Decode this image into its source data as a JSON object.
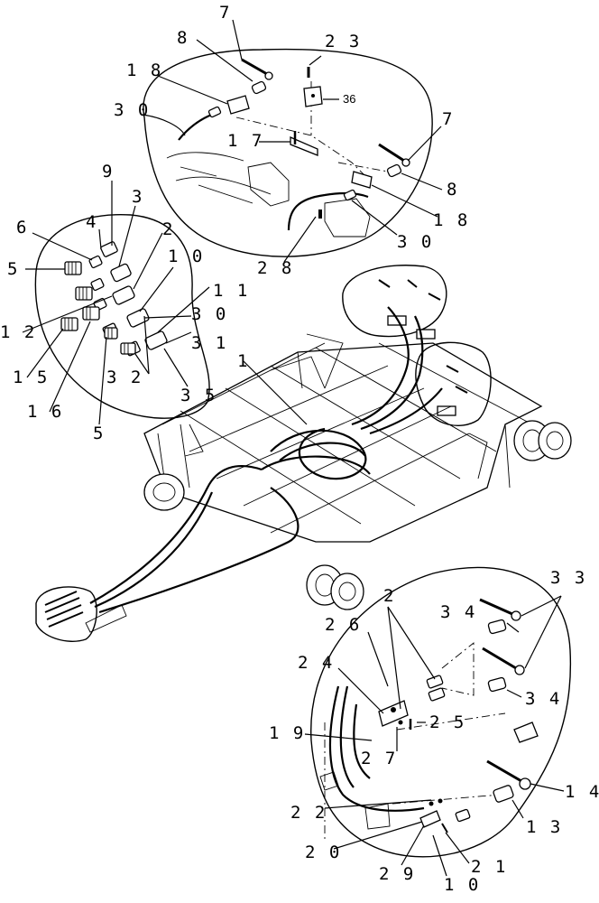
{
  "figure": {
    "callouts": [
      {
        "id": "c7a",
        "text": "7"
      },
      {
        "id": "c23",
        "text": "2 3"
      },
      {
        "id": "c8a",
        "text": "8"
      },
      {
        "id": "c18a",
        "text": "1 8"
      },
      {
        "id": "c36",
        "text": "36"
      },
      {
        "id": "c30a",
        "text": "3 0"
      },
      {
        "id": "c17",
        "text": "1 7"
      },
      {
        "id": "c7b",
        "text": "7"
      },
      {
        "id": "c8b",
        "text": "8"
      },
      {
        "id": "c18b",
        "text": "1 8"
      },
      {
        "id": "c30b",
        "text": "3 0"
      },
      {
        "id": "c28",
        "text": "2 8"
      },
      {
        "id": "c9",
        "text": "9"
      },
      {
        "id": "c3",
        "text": "3"
      },
      {
        "id": "c6",
        "text": "6"
      },
      {
        "id": "c4",
        "text": "4"
      },
      {
        "id": "c2a",
        "text": "2"
      },
      {
        "id": "c5a",
        "text": "5"
      },
      {
        "id": "c10a",
        "text": "1 0"
      },
      {
        "id": "c11",
        "text": "1 1"
      },
      {
        "id": "c12",
        "text": "1 2"
      },
      {
        "id": "c30c",
        "text": "3 0"
      },
      {
        "id": "c31",
        "text": "3 1"
      },
      {
        "id": "c15",
        "text": "1 5"
      },
      {
        "id": "c1",
        "text": "1"
      },
      {
        "id": "c32",
        "text": "3 2"
      },
      {
        "id": "c35",
        "text": "3 5"
      },
      {
        "id": "c16",
        "text": "1 6"
      },
      {
        "id": "c5b",
        "text": "5"
      },
      {
        "id": "c33",
        "text": "3 3"
      },
      {
        "id": "c2b",
        "text": "2"
      },
      {
        "id": "c34a",
        "text": "3 4"
      },
      {
        "id": "c26",
        "text": "2 6"
      },
      {
        "id": "c24",
        "text": "2 4"
      },
      {
        "id": "c34b",
        "text": "3 4"
      },
      {
        "id": "c25",
        "text": "2 5"
      },
      {
        "id": "c19",
        "text": "1 9"
      },
      {
        "id": "c27",
        "text": "2 7"
      },
      {
        "id": "c14",
        "text": "1 4"
      },
      {
        "id": "c13",
        "text": "1 3"
      },
      {
        "id": "c22",
        "text": "2 2"
      },
      {
        "id": "c20",
        "text": "2 0"
      },
      {
        "id": "c29",
        "text": "2 9"
      },
      {
        "id": "c21",
        "text": "2 1"
      },
      {
        "id": "c10b",
        "text": "1 0"
      }
    ]
  }
}
